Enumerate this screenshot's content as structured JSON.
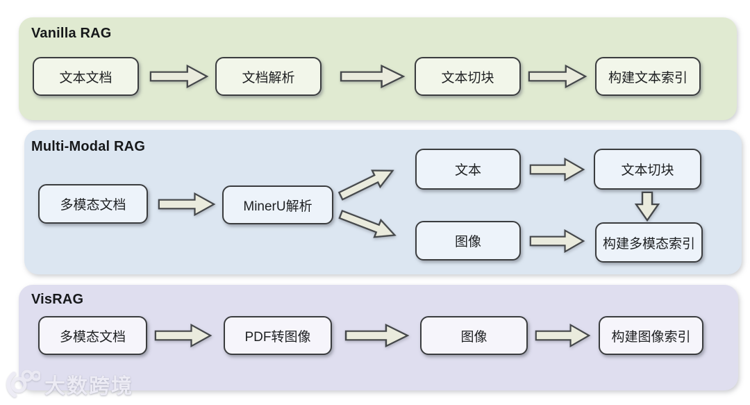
{
  "panels": [
    {
      "title": "Vanilla RAG",
      "colors": {
        "panel_bg": "#e0ead1",
        "box_bg": "#f2f6ea"
      },
      "nodes": [
        "文本文档",
        "文档解析",
        "文本切块",
        "构建文本索引"
      ]
    },
    {
      "title": "Multi-Modal RAG",
      "colors": {
        "panel_bg": "#dce6f1",
        "box_bg": "#edf3fa"
      },
      "nodes": [
        "多模态文档",
        "MinerU解析",
        "文本",
        "文本切块",
        "图像",
        "构建多模态索引"
      ]
    },
    {
      "title": "VisRAG",
      "colors": {
        "panel_bg": "#dfdeef",
        "box_bg": "#f6f5fb"
      },
      "nodes": [
        "多模态文档",
        "PDF转图像",
        "图像",
        "构建图像索引"
      ]
    }
  ],
  "arrow_style": {
    "fill": "#eaebdd",
    "stroke": "#44474a"
  },
  "watermark": {
    "text": "大数跨境",
    "logo": "100-smiley-logo"
  }
}
